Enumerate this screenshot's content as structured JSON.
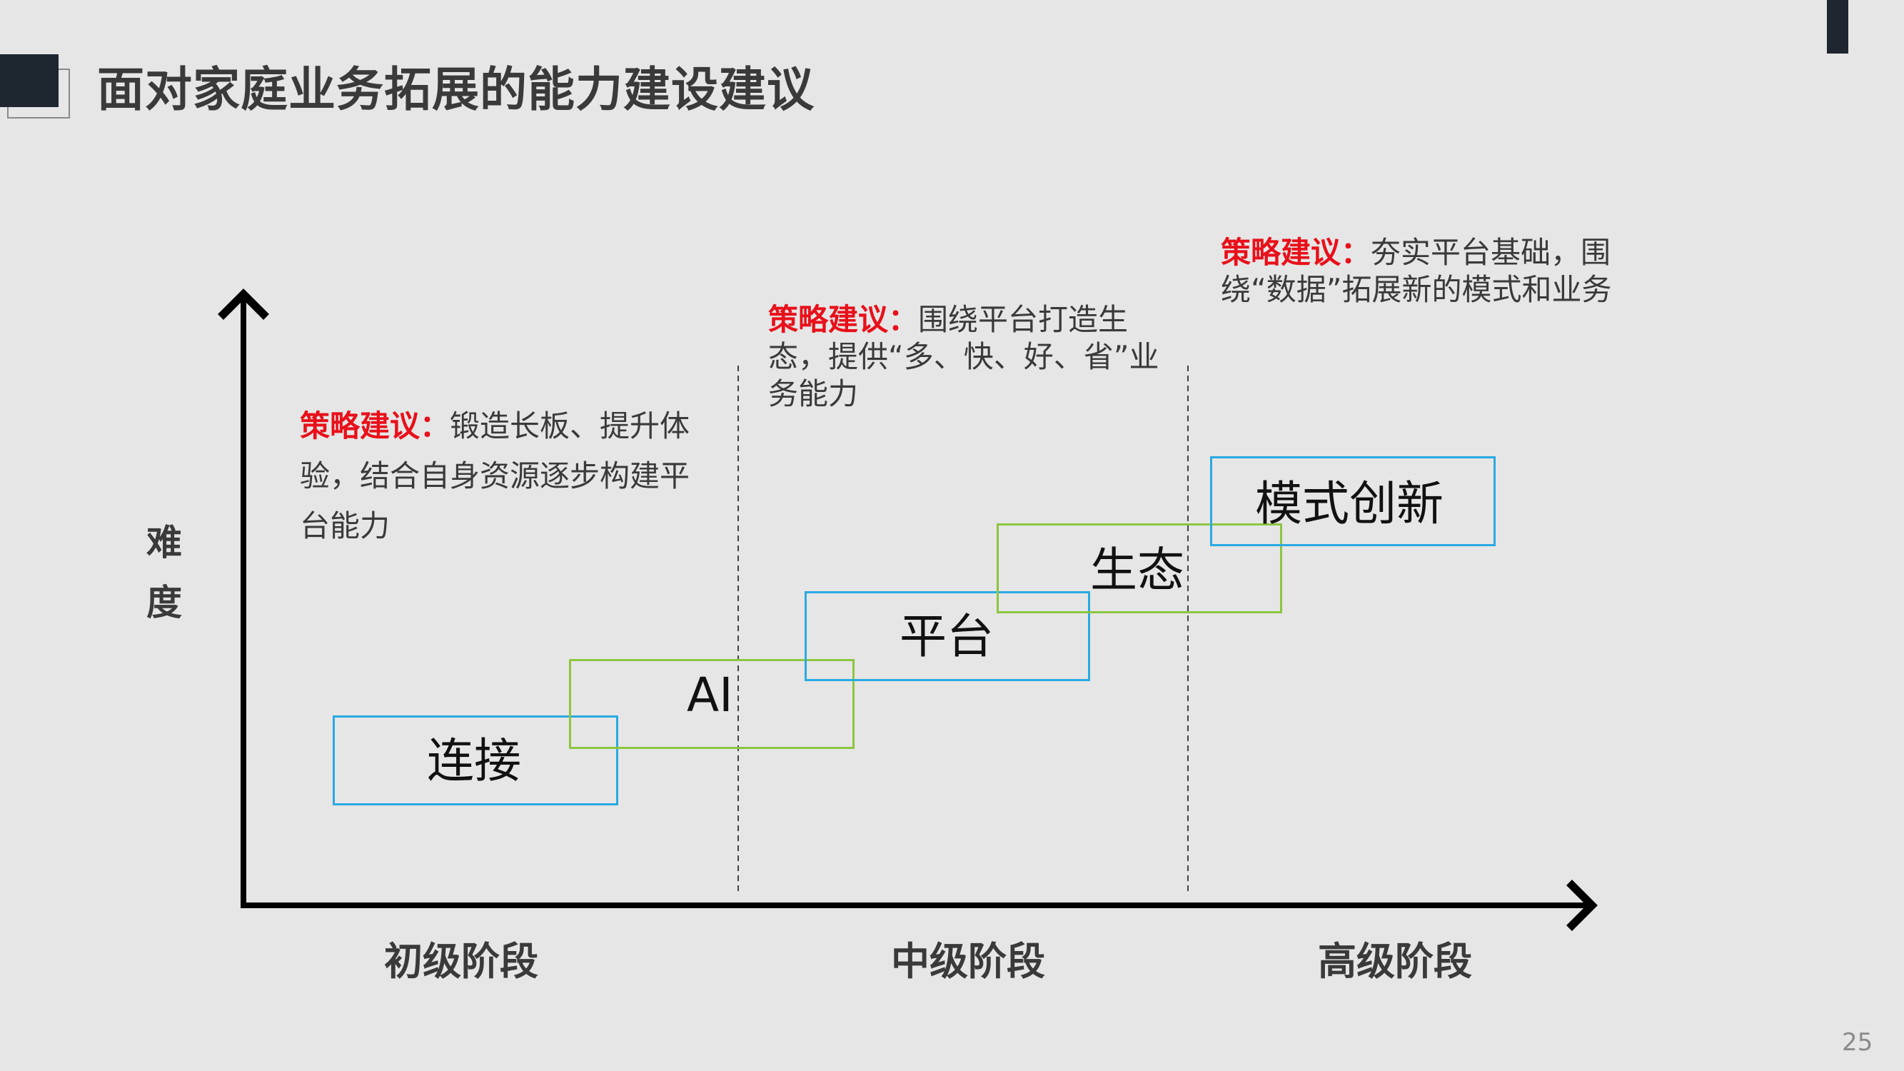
{
  "title": "面对家庭业务拓展的能力建设建议",
  "page_number": "25",
  "axis": {
    "y_label": "难度",
    "stages": [
      "初级阶段",
      "中级阶段",
      "高级阶段"
    ]
  },
  "advice": [
    {
      "keyword": "策略建议：",
      "text": "锻造长板、提升体验，结合自身资源逐步构建平台能力"
    },
    {
      "keyword": "策略建议：",
      "text": "围绕平台打造生态，提供“多、快、好、省”业务能力"
    },
    {
      "keyword": "策略建议：",
      "text": "夯实平台基础，围绕“数据”拓展新的模式和业务"
    }
  ],
  "steps": [
    {
      "label": "连接",
      "color": "#29aae1"
    },
    {
      "label": "AI",
      "color": "#8cc63f"
    },
    {
      "label": "平台",
      "color": "#29aae1"
    },
    {
      "label": "生态",
      "color": "#8cc63f"
    },
    {
      "label": "模式创新",
      "color": "#29aae1"
    }
  ],
  "colors": {
    "accent": "#e8101a",
    "dark": "#1e2630",
    "background": "#e6e6e6"
  }
}
